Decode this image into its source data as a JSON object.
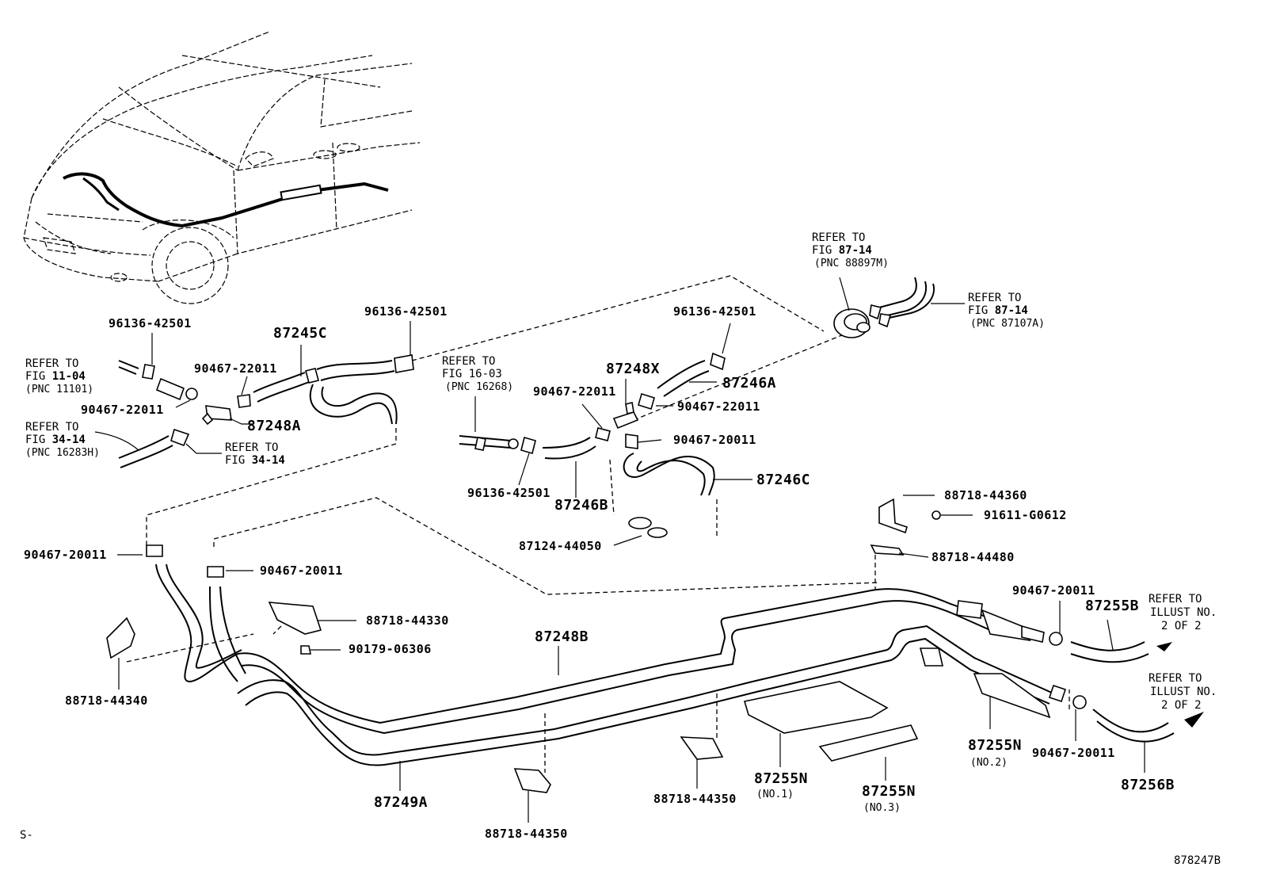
{
  "labels": {
    "p96136_a": "96136-42501",
    "p87245C": "87245C",
    "p96136_b": "96136-42501",
    "p96136_c": "96136-42501",
    "p90467_22011_a": "90467-22011",
    "p90467_22011_b": "90467-22011",
    "p87248A": "87248A",
    "p87248X": "87248X",
    "p87246A": "87246A",
    "p90467_22011_c": "90467-22011",
    "p90467_22011_d": "90467-22011",
    "p90467_20011_a": "90467-20011",
    "p96136_d": "96136-42501",
    "p87246B": "87246B",
    "p87246C": "87246C",
    "p87124": "87124-44050",
    "p88718_44360": "88718-44360",
    "p91611": "91611-G0612",
    "p88718_44480": "88718-44480",
    "p90467_20011_b": "90467-20011",
    "p90467_20011_c": "90467-20011",
    "p88718_44330": "88718-44330",
    "p90179": "90179-06306",
    "p88718_44340": "88718-44340",
    "p87248B": "87248B",
    "p90467_20011_d": "90467-20011",
    "p87255B": "87255B",
    "p87249A": "87249A",
    "p88718_44350_a": "88718-44350",
    "p88718_44350_b": "88718-44350",
    "p87255N_1": "87255N",
    "p87255N_1_sub": "(NO.1)",
    "p87255N_3": "87255N",
    "p87255N_3_sub": "(NO.3)",
    "p87255N_2": "87255N",
    "p87255N_2_sub": "(NO.2)",
    "p90467_20011_e": "90467-20011",
    "p87256B": "87256B"
  },
  "refs": {
    "r1104_a": "REFER TO",
    "r1104_b": "FIG ",
    "r1104_c": "11-04",
    "r1104_d": "(PNC 11101)",
    "r3414a_a": "REFER TO",
    "r3414a_b": "FIG ",
    "r3414a_c": "34-14",
    "r3414a_d": "(PNC 16283H)",
    "r3414b_a": "REFER TO",
    "r3414b_b": "FIG ",
    "r3414b_c": "34-14",
    "r1603_a": "REFER TO",
    "r1603_b": "FIG 16-03",
    "r1603_c": "(PNC 16268)",
    "r8714a_a": "REFER TO",
    "r8714a_b": "FIG ",
    "r8714a_c": "87-14",
    "r8714a_d": "(PNC 88897M)",
    "r8714b_a": "REFER TO",
    "r8714b_b": "FIG ",
    "r8714b_c": "87-14",
    "r8714b_d": "(PNC 87107A)",
    "rill1_a": "REFER TO",
    "rill1_b": "ILLUST NO.",
    "rill1_c": "2 OF 2",
    "rill2_a": "REFER TO",
    "rill2_b": "ILLUST NO.",
    "rill2_c": "2 OF 2"
  },
  "corner": {
    "left": "S-",
    "code": "878247B"
  }
}
